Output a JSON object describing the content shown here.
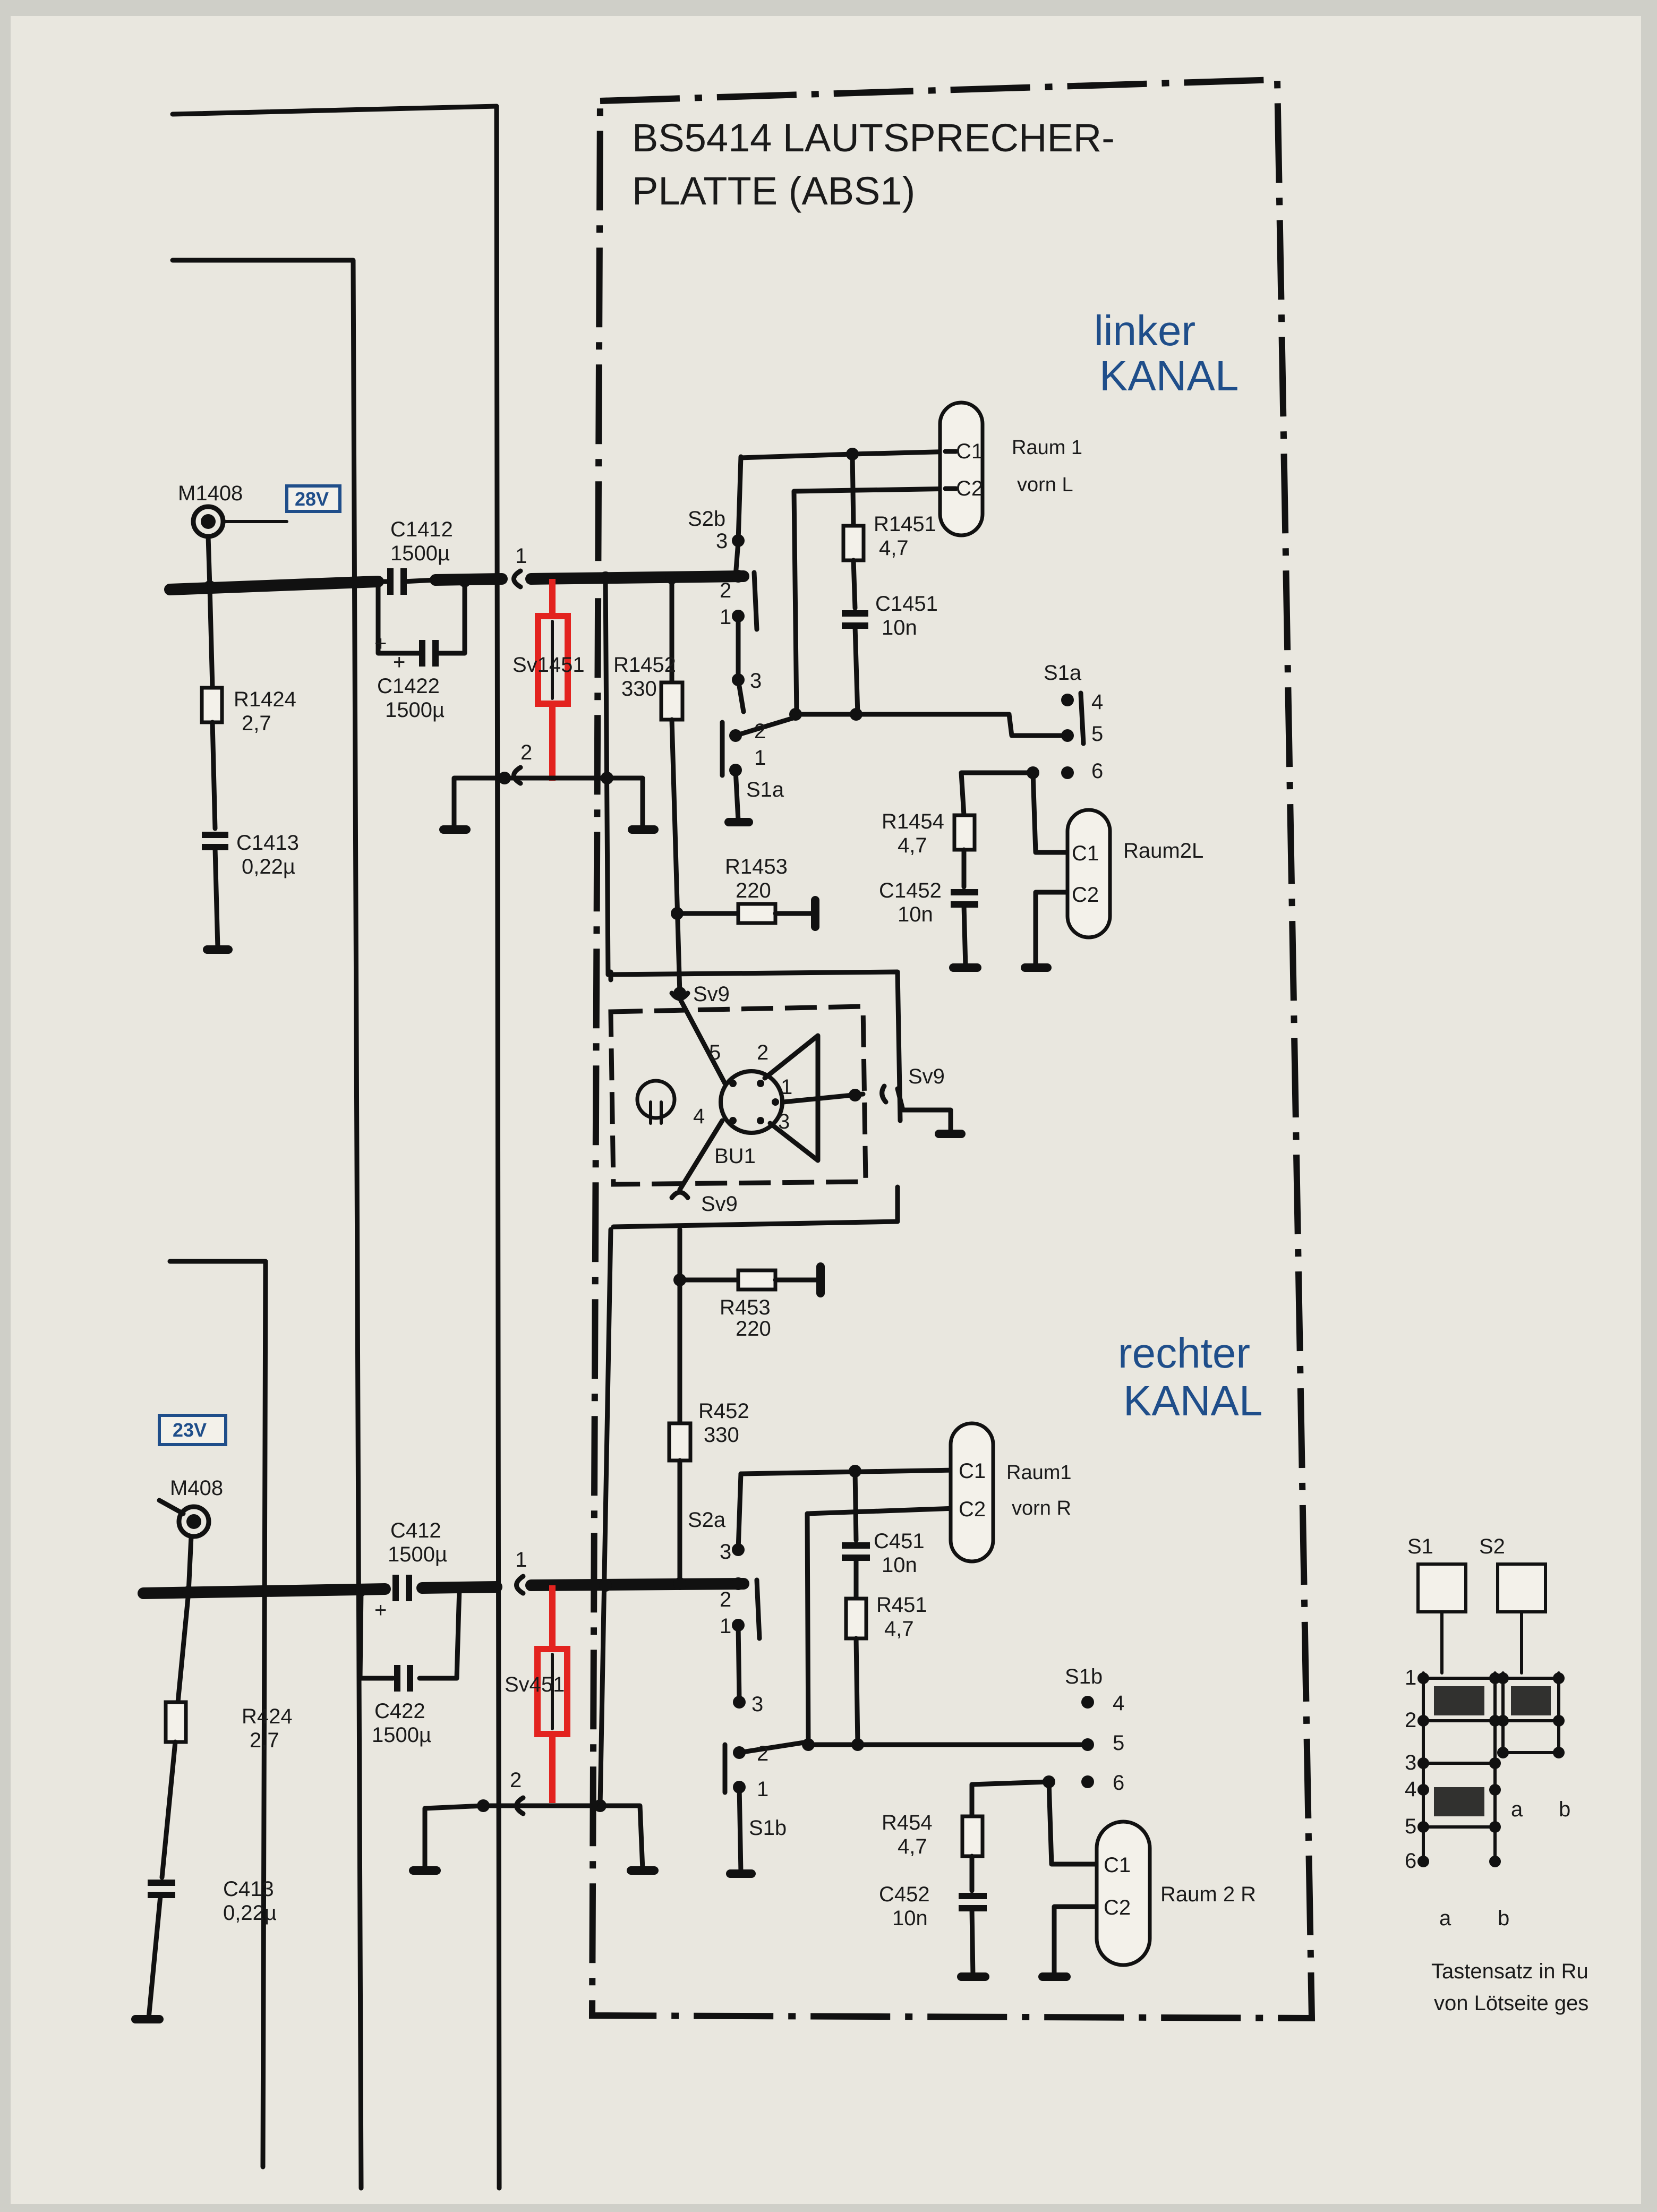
{
  "title": {
    "line1": "BS5414 LAUTSPRECHER-",
    "line2": "PLATTE (ABS1)"
  },
  "channels": {
    "left": {
      "line1": "linker",
      "line2": "KANAL"
    },
    "right": {
      "line1": "rechter",
      "line2": "KANAL"
    }
  },
  "badges": {
    "top": "28V",
    "bottom": "23V"
  },
  "left_section": {
    "test_point": "M1408",
    "c_out": {
      "name": "C1412",
      "value": "1500µ"
    },
    "c_par": {
      "name": "C1422",
      "value": "1500µ"
    },
    "r_gnd": {
      "name": "R1424",
      "value": "2,7"
    },
    "c_gnd": {
      "name": "C1413",
      "value": "0,22µ"
    },
    "fuse": "Sv1451",
    "r_series": {
      "name": "R1452",
      "value": "330"
    },
    "r_phones": {
      "name": "R1453",
      "value": "220"
    },
    "r_room1": {
      "name": "R1451",
      "value": "4,7"
    },
    "c_room1": {
      "name": "C1451",
      "value": "10n"
    },
    "r_room2": {
      "name": "R1454",
      "value": "4,7"
    },
    "c_room2": {
      "name": "C1452",
      "value": "10n"
    },
    "switch_a": "S1a",
    "switch_b": "S2b",
    "room1": {
      "line1": "Raum 1",
      "line2": "vorn L"
    },
    "room2": "Raum2L"
  },
  "right_section": {
    "test_point": "M408",
    "c_out": {
      "name": "C412",
      "value": "1500µ"
    },
    "c_par": {
      "name": "C422",
      "value": "1500µ"
    },
    "r_gnd": {
      "name": "R424",
      "value": "2,7"
    },
    "c_gnd": {
      "name": "C413",
      "value": "0,22µ"
    },
    "fuse": "Sv451",
    "r_series": {
      "name": "R452",
      "value": "330"
    },
    "r_phones": {
      "name": "R453",
      "value": "220"
    },
    "r_room1": {
      "name": "R451",
      "value": "4,7"
    },
    "c_room1": {
      "name": "C451",
      "value": "10n"
    },
    "r_room2": {
      "name": "R454",
      "value": "4,7"
    },
    "c_room2": {
      "name": "C452",
      "value": "10n"
    },
    "switch_a": "S1b",
    "switch_b": "S2a",
    "room1": {
      "line1": "Raum1",
      "line2": "vorn R"
    },
    "room2": "Raum 2 R"
  },
  "socket": {
    "name": "BU1",
    "plug": "Sv9",
    "pins": [
      "1",
      "2",
      "3",
      "4",
      "5"
    ]
  },
  "pin_numbers": {
    "p1": "1",
    "p2": "2",
    "p3": "3",
    "p4": "4",
    "p5": "5",
    "p6": "6"
  },
  "connector_pins": {
    "c1": "C1",
    "c2": "C2"
  },
  "key_set": {
    "s1": "S1",
    "s2": "S2",
    "row_numbers": [
      "1",
      "2",
      "3",
      "4",
      "5",
      "6"
    ],
    "col_a": "a",
    "col_b": "b",
    "caption_line1": "Tastensatz in Ru",
    "caption_line2": "von Lötseite ges"
  }
}
